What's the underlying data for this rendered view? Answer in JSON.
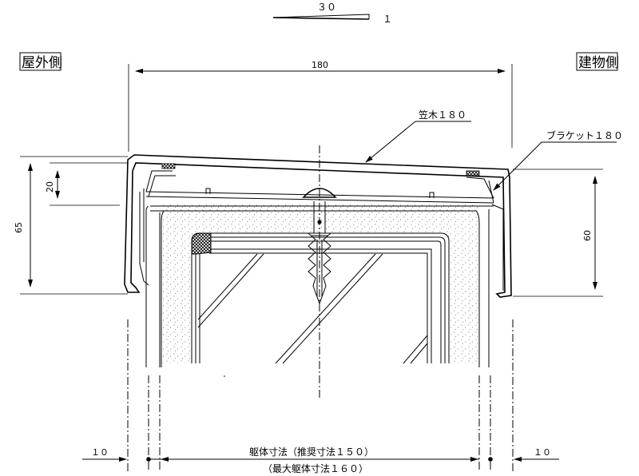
{
  "labels": {
    "exterior_side": "屋外側",
    "building_side": "建物側",
    "coping": "笠木１８０",
    "bracket": "ブラケット１８０"
  },
  "slope": {
    "run": "３０",
    "rise": "１"
  },
  "dimensions": {
    "top_width": "180",
    "left_height": "65",
    "left_inner": "20",
    "right_height": "60",
    "bottom_left": "１０",
    "bottom_right": "１０",
    "body_dimension": "躯体寸法（推奨寸法１５０）",
    "max_body_dimension": "（最大躯体寸法１６０）"
  }
}
